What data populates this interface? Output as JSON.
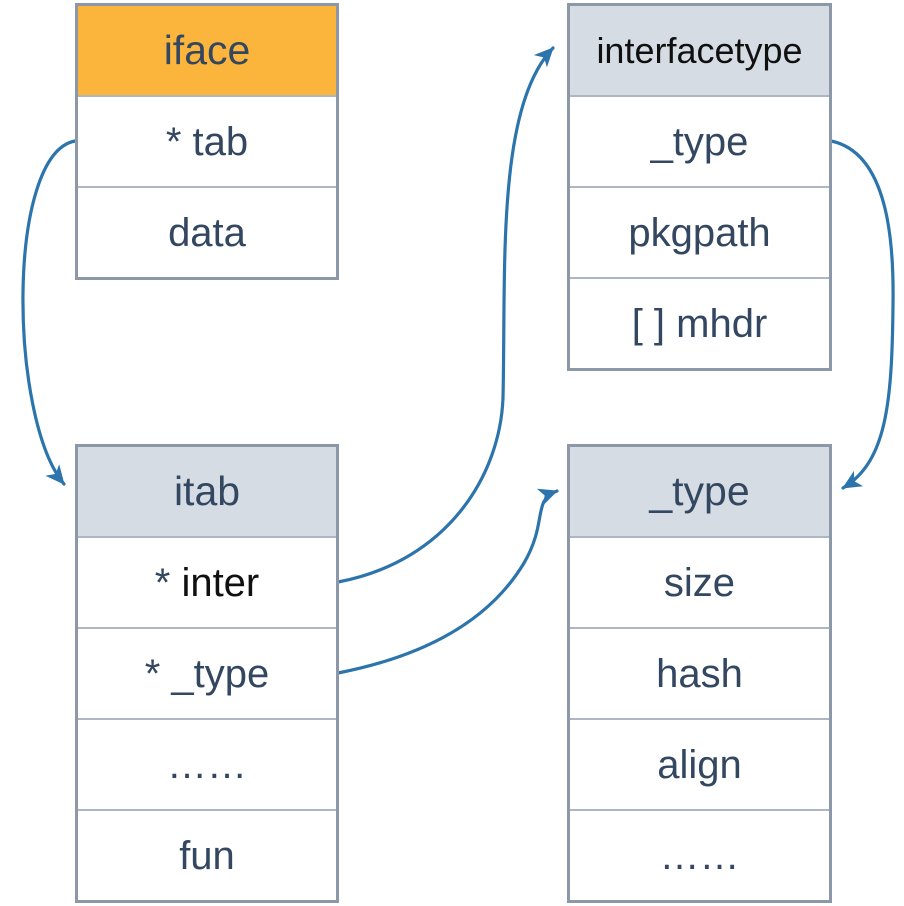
{
  "diagram": {
    "colors": {
      "header_orange": "#FBB53C",
      "header_gray": "#D6DCE4",
      "text_navy": "#334760",
      "text_black": "#101010",
      "arrow_blue": "#2C74AC",
      "border_outer": "#8C98A8",
      "border_inner": "#AEB6C3"
    },
    "tables": {
      "iface": {
        "header": "iface",
        "rows": [
          "* tab",
          "data"
        ]
      },
      "interfacetype": {
        "header": "interfacetype",
        "rows": [
          "_type",
          "pkgpath",
          "[ ] mhdr"
        ]
      },
      "itab": {
        "header": "itab",
        "rows": [
          {
            "star": "* ",
            "word": "inter"
          },
          "* _type",
          "……",
          "fun"
        ]
      },
      "_type": {
        "header": "_type",
        "rows": [
          "size",
          "hash",
          "align",
          "……"
        ]
      }
    },
    "connections": [
      {
        "from": "iface.* tab",
        "to": "itab"
      },
      {
        "from": "itab.* inter",
        "to": "interfacetype"
      },
      {
        "from": "itab.* _type",
        "to": "_type"
      },
      {
        "from": "interfacetype._type",
        "to": "_type"
      }
    ]
  }
}
